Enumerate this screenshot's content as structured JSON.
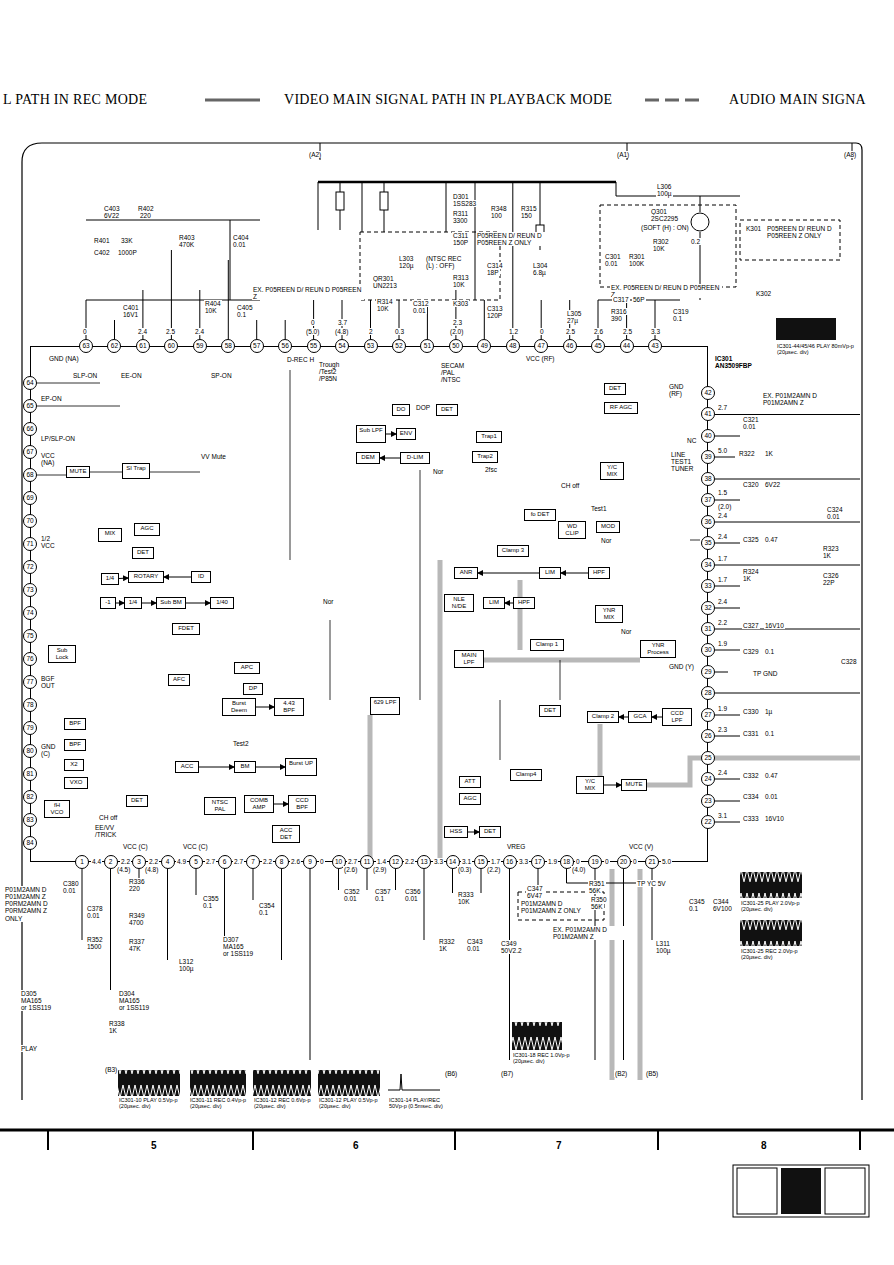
{
  "diagram": {
    "nodes": [
      {
        "text": [
          "IC301 AN3509FBP"
        ]
      },
      {
        "text": [
          "MUTE"
        ],
        "in": 0
      },
      {
        "text": [
          "SI Trap"
        ],
        "in": 0
      },
      {
        "text": [
          "MIX"
        ],
        "in": 0
      },
      {
        "text": [
          "AGC"
        ],
        "in": 0
      },
      {
        "text": [
          "DET"
        ],
        "in": 0
      },
      {
        "text": [
          "1/4"
        ],
        "in": 0
      },
      {
        "text": [
          "ROTARY"
        ],
        "in": 0
      },
      {
        "text": [
          "ID"
        ],
        "in": 0
      },
      {
        "text": [
          "-1"
        ],
        "in": 0
      },
      {
        "text": [
          "1/4"
        ],
        "in": 0
      },
      {
        "text": [
          "Sub BM"
        ],
        "in": 0
      },
      {
        "text": [
          "1/40"
        ],
        "in": 0
      },
      {
        "text": [
          "FDET"
        ],
        "in": 0
      },
      {
        "text": [
          "Sub Lock"
        ],
        "in": 0
      },
      {
        "text": [
          "AFC"
        ],
        "in": 0
      },
      {
        "text": [
          "APC"
        ],
        "in": 0
      },
      {
        "text": [
          "DP"
        ],
        "in": 0
      },
      {
        "text": [
          "BPF"
        ],
        "in": 0
      },
      {
        "text": [
          "BPF"
        ],
        "in": 0
      },
      {
        "text": [
          "X2"
        ],
        "in": 0
      },
      {
        "text": [
          "VXO"
        ],
        "in": 0
      },
      {
        "text": [
          "fH VCO"
        ],
        "in": 0
      },
      {
        "text": [
          "DET"
        ],
        "in": 0
      },
      {
        "text": [
          "NTSC PAL"
        ],
        "in": 0
      },
      {
        "text": [
          "COMB AMP"
        ],
        "in": 0
      },
      {
        "text": [
          "CCD BPF"
        ],
        "in": 0
      },
      {
        "text": [
          "ACC DET"
        ],
        "in": 0
      },
      {
        "text": [
          "ACC"
        ],
        "in": 0
      },
      {
        "text": [
          "BM"
        ],
        "in": 0
      },
      {
        "text": [
          "Burst UP"
        ],
        "in": 0
      },
      {
        "text": [
          "Burst Deem"
        ],
        "in": 0
      },
      {
        "text": [
          "4.43 BPF"
        ],
        "in": 0
      },
      {
        "text": [
          "629 LPF"
        ],
        "in": 0
      },
      {
        "text": [
          "DO"
        ],
        "in": 0
      },
      {
        "text": [
          "DET"
        ],
        "in": 0
      },
      {
        "text": [
          "Sub LPF"
        ],
        "in": 0
      },
      {
        "text": [
          "ENV"
        ],
        "in": 0
      },
      {
        "text": [
          "DEM"
        ],
        "in": 0
      },
      {
        "text": [
          "D-LIM"
        ],
        "in": 0
      },
      {
        "text": [
          "Trap1"
        ],
        "in": 0
      },
      {
        "text": [
          "Trap2"
        ],
        "in": 0
      },
      {
        "text": [
          "DET"
        ],
        "in": 0
      },
      {
        "text": [
          "RF AGC"
        ],
        "in": 0
      },
      {
        "text": [
          "Y/C MIX"
        ],
        "in": 0
      },
      {
        "text": [
          "fo DET"
        ],
        "in": 0
      },
      {
        "text": [
          "WD CLIP"
        ],
        "in": 0
      },
      {
        "text": [
          "MOD"
        ],
        "in": 0
      },
      {
        "text": [
          "Clamp 3"
        ],
        "in": 0
      },
      {
        "text": [
          "ANR"
        ],
        "in": 0
      },
      {
        "text": [
          "LIM"
        ],
        "in": 0
      },
      {
        "text": [
          "HPF"
        ],
        "in": 0
      },
      {
        "text": [
          "NLE N/DE"
        ],
        "in": 0
      },
      {
        "text": [
          "LIM"
        ],
        "in": 0
      },
      {
        "text": [
          "HPF"
        ],
        "in": 0
      },
      {
        "text": [
          "YNR MIX"
        ],
        "in": 0
      },
      {
        "text": [
          "MAIN LPF"
        ],
        "in": 0
      },
      {
        "text": [
          "Clamp 1"
        ],
        "in": 0
      },
      {
        "text": [
          "YNR Process"
        ],
        "in": 0
      },
      {
        "text": [
          "DET"
        ],
        "in": 0
      },
      {
        "text": [
          "Clamp 2"
        ],
        "in": 0
      },
      {
        "text": [
          "GCA"
        ],
        "in": 0
      },
      {
        "text": [
          "CCD LPF"
        ],
        "in": 0
      },
      {
        "text": [
          "Clamp4"
        ],
        "in": 0
      },
      {
        "text": [
          "ATT"
        ],
        "in": 0
      },
      {
        "text": [
          "AGC"
        ],
        "in": 0
      },
      {
        "text": [
          "Y/C MIX"
        ],
        "in": 0
      },
      {
        "text": [
          "MUTE"
        ],
        "in": 0
      },
      {
        "text": [
          "HSS"
        ],
        "in": 0
      },
      {
        "text": [
          "DET"
        ],
        "in": 0
      },
      {
        "text": [
          "1"
        ]
      },
      {
        "text": [
          "2"
        ]
      },
      {
        "text": [
          "3"
        ]
      },
      {
        "text": [
          "4"
        ]
      },
      {
        "text": [
          "5"
        ]
      },
      {
        "text": [
          "6"
        ]
      },
      {
        "text": [
          "7"
        ]
      },
      {
        "text": [
          "8"
        ]
      },
      {
        "text": [
          "9"
        ]
      },
      {
        "text": [
          "10"
        ]
      },
      {
        "text": [
          "11"
        ]
      },
      {
        "text": [
          "12"
        ]
      },
      {
        "text": [
          "13"
        ]
      },
      {
        "text": [
          "14"
        ]
      },
      {
        "text": [
          "15"
        ]
      },
      {
        "text": [
          "16"
        ]
      },
      {
        "text": [
          "17"
        ]
      },
      {
        "text": [
          "18"
        ]
      },
      {
        "text": [
          "19"
        ]
      },
      {
        "text": [
          "20"
        ]
      },
      {
        "text": [
          "21"
        ]
      },
      {
        "text": [
          "22"
        ]
      },
      {
        "text": [
          "23"
        ]
      },
      {
        "text": [
          "24"
        ]
      },
      {
        "text": [
          "25"
        ]
      },
      {
        "text": [
          "26"
        ]
      },
      {
        "text": [
          "27"
        ]
      },
      {
        "text": [
          "28"
        ]
      },
      {
        "text": [
          "29"
        ]
      },
      {
        "text": [
          "30"
        ]
      },
      {
        "text": [
          "31"
        ]
      },
      {
        "text": [
          "32"
        ]
      },
      {
        "text": [
          "33"
        ]
      },
      {
        "text": [
          "34"
        ]
      },
      {
        "text": [
          "35"
        ]
      },
      {
        "text": [
          "36"
        ]
      },
      {
        "text": [
          "37"
        ]
      },
      {
        "text": [
          "38"
        ]
      },
      {
        "text": [
          "39"
        ]
      },
      {
        "text": [
          "40"
        ]
      },
      {
        "text": [
          "41"
        ]
      },
      {
        "text": [
          "42"
        ]
      },
      {
        "text": [
          "43"
        ]
      },
      {
        "text": [
          "44"
        ]
      },
      {
        "text": [
          "45"
        ]
      },
      {
        "text": [
          "46"
        ]
      },
      {
        "text": [
          "47"
        ]
      },
      {
        "text": [
          "48"
        ]
      },
      {
        "text": [
          "49"
        ]
      },
      {
        "text": [
          "50"
        ]
      },
      {
        "text": [
          "51"
        ]
      },
      {
        "text": [
          "52"
        ]
      },
      {
        "text": [
          "53"
        ]
      },
      {
        "text": [
          "54"
        ]
      },
      {
        "text": [
          "55"
        ]
      },
      {
        "text": [
          "56"
        ]
      },
      {
        "text": [
          "57"
        ]
      },
      {
        "text": [
          "58"
        ]
      },
      {
        "text": [
          "59"
        ]
      },
      {
        "text": [
          "60"
        ]
      },
      {
        "text": [
          "61"
        ]
      },
      {
        "text": [
          "62"
        ]
      },
      {
        "text": [
          "63"
        ]
      },
      {
        "text": [
          "64"
        ]
      },
      {
        "text": [
          "65"
        ]
      },
      {
        "text": [
          "66"
        ]
      },
      {
        "text": [
          "67"
        ]
      },
      {
        "text": [
          "68"
        ]
      },
      {
        "text": [
          "69"
        ]
      },
      {
        "text": [
          "70"
        ]
      },
      {
        "text": [
          "71"
        ]
      },
      {
        "text": [
          "72"
        ]
      },
      {
        "text": [
          "73"
        ]
      },
      {
        "text": [
          "74"
        ]
      },
      {
        "text": [
          "75"
        ]
      },
      {
        "text": [
          "76"
        ]
      },
      {
        "text": [
          "77"
        ]
      },
      {
        "text": [
          "78"
        ]
      },
      {
        "text": [
          "79"
        ]
      },
      {
        "text": [
          "80"
        ]
      },
      {
        "text": [
          "81"
        ]
      },
      {
        "text": [
          "82"
        ]
      },
      {
        "text": [
          "83"
        ]
      },
      {
        "text": [
          "84"
        ]
      }
    ],
    "edges": [
      {
        "from": 51,
        "to": 50,
        "arrow": "to"
      },
      {
        "from": 50,
        "to": 49,
        "arrow": "to"
      },
      {
        "from": 54,
        "to": 53,
        "arrow": "to"
      },
      {
        "from": 62,
        "to": 61,
        "arrow": "to"
      },
      {
        "from": 61,
        "to": 60,
        "arrow": "to"
      },
      {
        "from": 66,
        "to": 67,
        "arrow": "to"
      },
      {
        "from": 9,
        "to": 10,
        "arrow": "to"
      },
      {
        "from": 10,
        "to": 11,
        "arrow": "to"
      },
      {
        "from": 11,
        "to": 12,
        "arrow": "to"
      },
      {
        "from": 8,
        "to": 7,
        "arrow": "to"
      },
      {
        "from": 6,
        "to": 7,
        "arrow": "to"
      },
      {
        "from": 28,
        "to": 29,
        "arrow": "to"
      },
      {
        "from": 29,
        "to": 30,
        "arrow": "to"
      },
      {
        "from": 25,
        "to": 26,
        "arrow": "to"
      },
      {
        "from": 31,
        "to": 32,
        "arrow": "to"
      },
      {
        "from": 36,
        "to": 37,
        "arrow": "to"
      },
      {
        "from": 39,
        "to": 38,
        "arrow": "to"
      },
      {
        "from": 68,
        "to": 69,
        "arrow": "to"
      }
    ],
    "labels": [
      "L PATH IN REC MODE",
      "VIDEO MAIN SIGNAL PATH IN PLAYBACK MODE",
      "AUDIO MAIN SIGNA",
      "(A2)",
      "(A1)",
      "(A8)",
      "C403",
      "6V22",
      "R402",
      "220",
      "R401",
      "33K",
      "C402",
      "1000P",
      "R403",
      "470K",
      "C404",
      "0.01",
      "R404",
      "10K",
      "C405",
      "0.1",
      "C401",
      "16V1",
      "L306",
      "100µ",
      "Q301",
      "2SC2295",
      "(SOFT (H) : ON)",
      "R302",
      "10K",
      "0.2",
      "C301",
      "0.01",
      "R301",
      "100K",
      "K301",
      "P05REEN D/ REUN D P05REEN Z ONLY",
      "K302",
      "EX. P05REEN D/ REUN D P05REEN Z",
      "D301",
      "1SS283",
      "R311",
      "3300",
      "C311",
      "150P",
      "P05REEN D/ REUN D P05REEN Z ONLY",
      "L303",
      "120µ",
      "(NTSC REC (L) : OFF)",
      "QR301",
      "UN2213",
      "R313",
      "10K",
      "EX. P05REEN D/ REUN D P05REEN Z",
      "R314",
      "10K",
      "C312",
      "0.01",
      "K303",
      "R348",
      "100",
      "R315",
      "150",
      "C314",
      "18P",
      "L304",
      "6.8µ",
      "C313",
      "120P",
      "C317",
      "56P",
      "L305",
      "27µ",
      "R316",
      "390",
      "C319",
      "0.1",
      "0",
      "2.4",
      "2.5",
      "2.4",
      "0",
      "(5.0)",
      "3.7",
      "(4.8)",
      "2",
      "0.3",
      "2.3",
      "(2.0)",
      "1.2",
      "0",
      "2.5",
      "2.6",
      "2.5",
      "3.3",
      "GND (NA)",
      "SLP-ON",
      "EE-ON",
      "EP-ON",
      "SP-ON",
      "LP/SLP-ON",
      "VCC (NA)",
      "VV Mute",
      "1/2 VCC",
      "BGF OUT",
      "GND (C)",
      "D-REC H",
      "Trough /Test2 /P85N",
      "SECAM /PAL /NTSC",
      "VCC (RF)",
      "DOP",
      "Nor",
      "2fsc",
      "CH off",
      "Test1",
      "Nor",
      "Nor",
      "Nor",
      "Test2",
      "CH off",
      "NC",
      "LINE TEST1 TUNER",
      "GND (RF)",
      "GND (Y)",
      "EE/VV /TRICK",
      "VCC (C)",
      "VCC (C)",
      "VREG",
      "VCC (V)",
      "4.4",
      "2.2",
      "(4.5)",
      "2.2",
      "(4.8)",
      "4.9",
      "2.7",
      "2.7",
      "2.2",
      "2.6",
      "0",
      "2.7",
      "(2.6)",
      "1.4",
      "(2.9)",
      "2.2",
      "3.3",
      "3.1",
      "(0.3)",
      "1.7",
      "(2.2)",
      "3.3",
      "1.9",
      "0",
      "(4.0)",
      "0",
      "0",
      "5.0",
      "P01M2AMN D P01M2AMN Z P0RM2AMN D P0RM2AMN Z ONLY",
      "C380",
      "0.01",
      "C378",
      "0.01",
      "R336",
      "220",
      "R349",
      "4700",
      "C355",
      "0.1",
      "R352",
      "1500",
      "R337",
      "47K",
      "L312",
      "100µ",
      "D307",
      "MA165",
      "or 1SS119",
      "C354",
      "0.1",
      "C352",
      "0.01",
      "C357",
      "0.1",
      "C356",
      "0.01",
      "R333",
      "10K",
      "R332",
      "1K",
      "C343",
      "0.01",
      "C347",
      "6V47",
      "R351",
      "56K",
      "R350",
      "56K",
      "P01M2AMN D P01M2AMN Z ONLY",
      "C349",
      "50V2.2",
      "EX. P01M2AMN D P01M2AMN Z",
      "C345",
      "0.1",
      "C344",
      "6V100",
      "L311",
      "100µ",
      "TP YC 5V",
      "D305",
      "MA165",
      "or 1SS119",
      "D304",
      "MA165",
      "or 1SS119",
      "R338",
      "1K",
      "PLAY",
      "(B3)",
      "(B6)",
      "(B7)",
      "(B2)",
      "(B5)",
      "IC301-10 PLAY 0.5Vp-p (20µsec. div)",
      "IC301-11 REC 0.4Vp-p (20µsec. div)",
      "IC301-12 REC 0.6Vp-p (20µsec. div)",
      "IC301-12 PLAY 0.5Vp-p (20µsec. div)",
      "IC301-14 PLAY/REC 50Vp-p (0.5msec. div)",
      "IC301-18 REC 1.0Vp-p (20µsec. div)",
      "IC301-25 PLAY 2.0Vp-p (20µsec. div)",
      "IC301-25 REC 2.0Vp-p (20µsec. div)",
      "IC301-44/45/46 PLAY 80mVp-p (20µsec. div)",
      "EX. P01M2AMN D P01M2AMN Z",
      "C321",
      "0.01",
      "R322",
      "1K",
      "C320",
      "6V22",
      "C324",
      "0.01",
      "C325",
      "0.47",
      "R323",
      "1K",
      "R324",
      "1K",
      "C326",
      "22P",
      "C327",
      "16V10",
      "C328",
      "C329",
      "0.1",
      "TP GND",
      "C330",
      "1µ",
      "C331",
      "0.1",
      "C332",
      "0.47",
      "C334",
      "0.01",
      "C333",
      "16V10",
      "2.7",
      "5.0",
      "1.5",
      "(2.0)",
      "2.4",
      "2.4",
      "1.7",
      "1.7",
      "2.4",
      "2.2",
      "1.9",
      "1.9",
      "2.3",
      "2.4",
      "3.1",
      "5",
      "6",
      "7",
      "8"
    ]
  }
}
